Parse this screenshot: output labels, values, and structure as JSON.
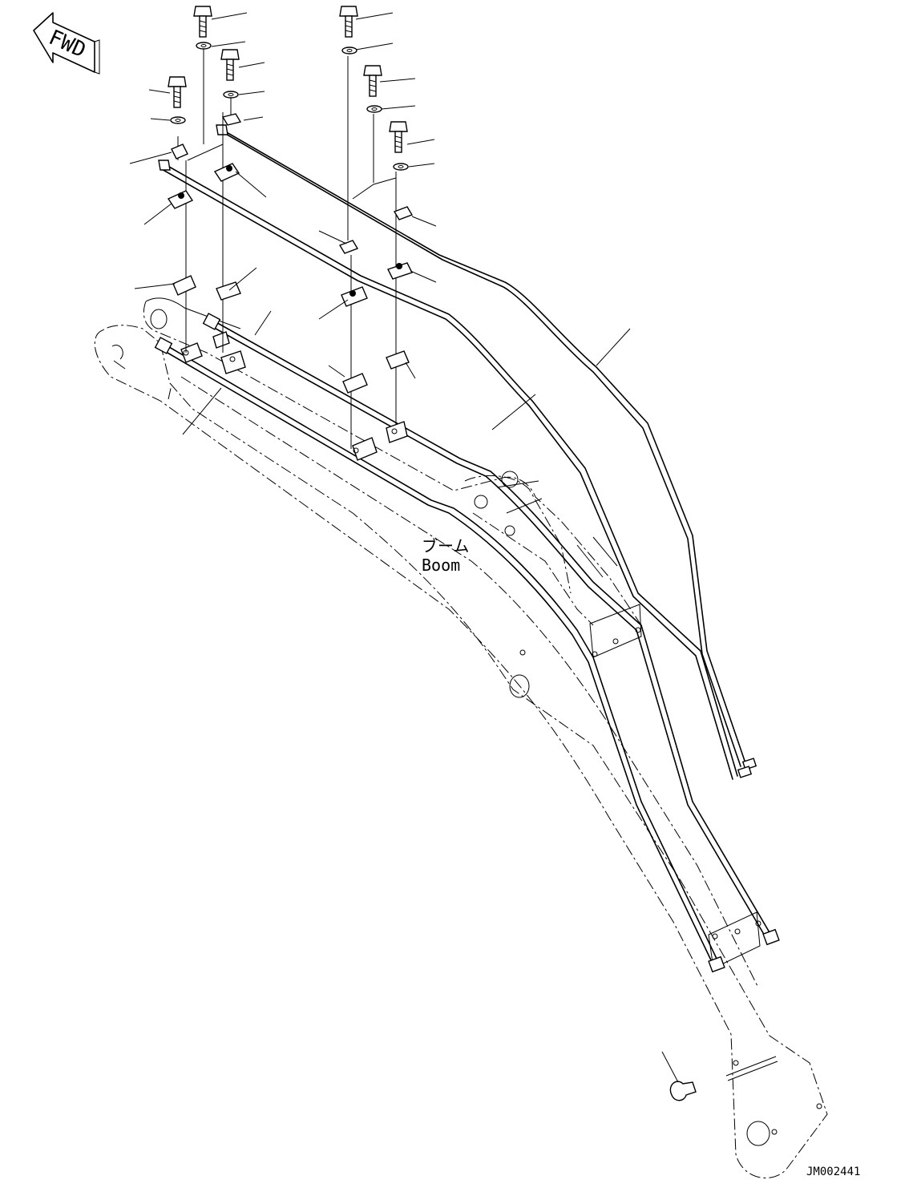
{
  "labels": {
    "fwd": "FWD",
    "boom_jp": "ブーム",
    "boom_en": "Boom",
    "drawing_no": "JM002441"
  }
}
